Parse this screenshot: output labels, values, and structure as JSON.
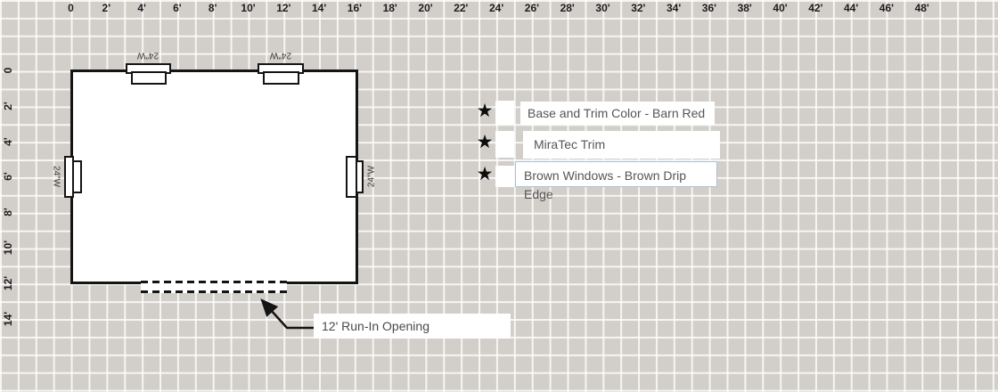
{
  "rulers": {
    "top": [
      "0",
      "2'",
      "4'",
      "6'",
      "8'",
      "10'",
      "12'",
      "14'",
      "16'",
      "18'",
      "20'",
      "22'",
      "24'",
      "26'",
      "28'",
      "30'",
      "32'",
      "34'",
      "36'",
      "38'",
      "40'",
      "42'",
      "44'",
      "46'",
      "48'"
    ],
    "left": [
      "0",
      "2'",
      "4'",
      "6'",
      "8'",
      "10'",
      "12'",
      "14'"
    ]
  },
  "plan": {
    "windows": [
      {
        "label": "24\"W"
      },
      {
        "label": "24\"W"
      },
      {
        "label": "24\"W"
      },
      {
        "label": "24\"W"
      }
    ],
    "opening_label": "12' Run-In Opening"
  },
  "legend": {
    "star": "★",
    "items": [
      {
        "label": "Base and Trim Color - Barn Red"
      },
      {
        "label": "MiraTec Trim"
      },
      {
        "label": "Brown Windows - Brown Drip Edge"
      }
    ]
  },
  "colors": {
    "wall": "#141414",
    "grid_cell": "#d2cfca",
    "grid_line": "#ffffff",
    "legend_text": "#555555",
    "focused_box_border": "#a9c2d6"
  }
}
